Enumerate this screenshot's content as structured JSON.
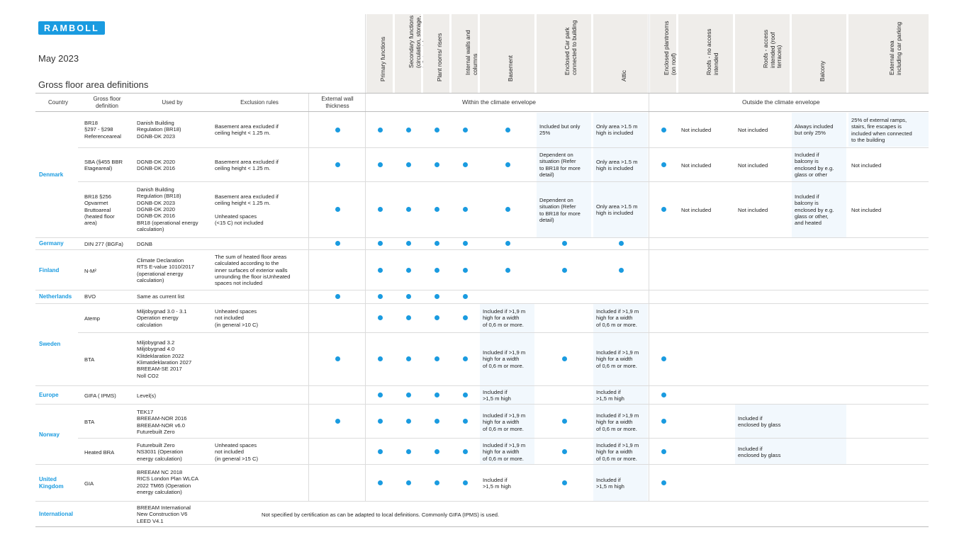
{
  "logo_text": "RAMBOLL",
  "date": "May 2023",
  "title": "Gross floor area definitions",
  "left_headers": {
    "country": "Country",
    "definition": "Gross floor definition",
    "used_by": "Used by",
    "exclusion": "Exclusion rules",
    "ext_wall": "External wall thickness"
  },
  "groups": {
    "within": "Within the  climate envelope",
    "outside": "Outside the climate envelope"
  },
  "column_headers": [
    "Primary functions",
    "Secondary functions\n(circulation, storage,\ntoilets, etc).",
    "Plant rooms/ risers",
    "Internal walls and\ncolumns",
    "Basement",
    "Enclosed Car park\nconnected to building",
    "Attic",
    "Enclosed plantrooms\n(on roof)",
    "Roofs - no access\nintended",
    "Roofs - access\nintended (roof\nterraces)",
    "Balcony",
    "External area\nincluding car parking"
  ],
  "countries": {
    "denmark": "Denmark",
    "germany": "Germany",
    "finland": "Finland",
    "netherlands": "Netherlands",
    "sweden": "Sweden",
    "europe": "Europe",
    "norway": "Norway",
    "uk": "United\nKingdom",
    "international": "International"
  },
  "rows": {
    "dk1": {
      "definition": "BR18\n§297 - §298\nReferenceareal",
      "used_by": "Danish Building\nRegulation (BR18)\nDGNB-DK 2023",
      "exclusion": "Basement area excluded if\nceiling height < 1.25 m.",
      "car_park": "Included but only\n25%",
      "attic": "Only area >1.5 m\nhigh is included",
      "roofs_no": "Not included",
      "roofs_access": "Not included",
      "balcony": "Always included\nbut only 25%",
      "external": "25% of external ramps,\nstairs, fire escapes is\nincluded when connected\nto the building"
    },
    "dk2": {
      "definition": "SBA (§455 BBR\nEtageareal)",
      "used_by": "DGNB-DK 2020\nDGNB-DK 2016",
      "exclusion": "Basement area excluded if\nceiling height < 1.25 m.",
      "car_park": "Dependent on\nsituation (Refer\nto BR18 for more\ndetail)",
      "attic": "Only area >1.5 m\nhigh is included",
      "roofs_no": "Not included",
      "roofs_access": "Not included",
      "balcony": "Included if\nbalcony is\nenclosed by e.g.\nglass or other",
      "external": "Not included"
    },
    "dk3": {
      "definition": "BR18 §256\nOpvarmet\nBruttoareal\n(heated floor\narea)",
      "used_by": "Danish Building\nRegulation (BR18)\nDGNB-DK 2023\nDGNB-DK 2020\nDGNB-DK 2016\nBR18 (operational energy\ncalculation)",
      "exclusion": "Basement area excluded if\nceiling height < 1.25 m.\n\nUnheated spaces\n(<15 C) not included",
      "car_park": "Dependent on\nsituation (Refer\nto BR18 for more\ndetail)",
      "attic": "Only area >1.5 m\nhigh is included",
      "roofs_no": "Not included",
      "roofs_access": "Not included",
      "balcony": "Included if\nbalcony is\nenclosed by e.g.\nglass or other,\nand heated",
      "external": "Not included"
    },
    "de": {
      "definition": "DIN 277 (BGFa)",
      "used_by": "DGNB"
    },
    "fi": {
      "definition": "N-M²",
      "used_by": "Climate Declaration\nRTS E-value 1010/2017\n(operational energy\ncalculation)",
      "exclusion": "The sum of heated floor areas\ncalculated according to the\ninner surfaces of exterior walls\nurrounding the floor isUnheated\nspaces not included"
    },
    "nl": {
      "definition": "BVO",
      "used_by": "Same as current list"
    },
    "se1": {
      "definition": "Atemp",
      "used_by": "Miljöbygnad 3.0 - 3.1\nOperation energy\ncalculation",
      "exclusion": "Unheated spaces\nnot included\n(in general >10 C)",
      "basement": "Included if >1,9 m\nhigh for a width\nof 0,6 m or more.",
      "attic": "Included if >1,9 m\nhigh for a width\nof 0,6 m or more."
    },
    "se2": {
      "definition": "BTA",
      "used_by": "Miljöbygnad 3.2\nMiljöbygnad 4.0\nKlitdeklaration 2022\nKlimatdeklaration 2027\nBREEAM-SE 2017\nNoll CO2",
      "basement": "Included if >1,9 m\nhigh for a width\nof 0,6 m or more.",
      "attic": "Included if >1,9 m\nhigh for a width\nof 0,6 m or more."
    },
    "eu": {
      "definition": "GIFA ( IPMS)",
      "used_by": "Level(s)",
      "basement": "Included if\n>1,5 m high",
      "attic": "Included if\n>1,5 m high"
    },
    "no1": {
      "definition": "BTA",
      "used_by": "TEK17\nBREEAM-NOR 2016\nBREEAM-NOR v6.0\nFuturebuilt Zero",
      "basement": "Included if >1,9 m\nhigh for a width\nof 0,6 m or more.",
      "attic": "Included if >1,9 m\nhigh for a width\nof 0,6 m or more.",
      "roofs_access": "Included if\nenclosed by glass"
    },
    "no2": {
      "definition": "Heated BRA",
      "used_by": "Futurebuilt Zero\nNS3031 (Operation\nenergy calculation)",
      "exclusion": "Unheated spaces\nnot included\n(in general >15 C)",
      "basement": "Included if >1,9 m\nhigh for a width\nof 0,6 m or more.",
      "attic": "Included if >1,9 m\nhigh for a width\nof 0,6 m or more.",
      "roofs_access": "Included if\nenclosed by glass"
    },
    "uk": {
      "definition": "GIA",
      "used_by": "BREEAM NC 2018\nRICS London Plan WLCA\n2022 TM65 (Operation\nenergy calculation)",
      "basement": "Included if\n>1,5 m high",
      "attic": "Included if\n>1,5 m high"
    },
    "intl": {
      "used_by": "BREEAM International\nNew Construction V6\nLEED V4.1",
      "note": "Not specified by certification as can be adapted to local definitions. Commonly GIFA (IPMS) is used."
    }
  },
  "colors": {
    "accent": "#1a9be0",
    "header_bg": "#efedea",
    "shade": "#f2f8fd"
  }
}
